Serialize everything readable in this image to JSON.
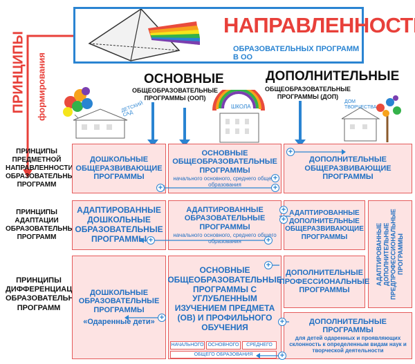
{
  "header": {
    "title": "НАПРАВЛЕННОСТЬ",
    "subtitle": "ОБРАЗОВАТЕЛЬНЫХ ПРОГРАММ В ОО"
  },
  "side": {
    "principles": "ПРИНЦИПЫ",
    "formation": "формирования"
  },
  "columns": {
    "main_title": "ОСНОВНЫЕ",
    "main_sub": "ОБЩЕОБРАЗОВАТЕЛЬНЫЕ ПРОГРАММЫ (ООП)",
    "extra_title": "ДОПОЛНИТЕЛЬНЫЕ",
    "extra_sub": "ОБЩЕОБРАЗОВАТЕЛЬНЫЕ ПРОГРАММЫ (ДОП)"
  },
  "buildings": {
    "kindergarten": "ДЕТСКИЙ САД",
    "school": "ШКОЛА",
    "creativity": "ДОМ ТВОРЧЕСТВА"
  },
  "rows": {
    "r1": "ПРИНЦИПЫ ПРЕДМЕТНОЙ НАПРАВЛЕННОСТИ ОБРАЗОВАТЕЛЬНЫХ ПРОГРАММ",
    "r2": "ПРИНЦИПЫ АДАПТАЦИИ ОБРАЗОВАТЕЛЬНЫХ ПРОГРАММ",
    "r3": "ПРИНЦИПЫ ДИФФЕРЕНЦИАЦИИ ОБРАЗОВАТЕЛЬНЫХ ПРОГРАММ"
  },
  "boxes": {
    "b11": "ДОШКОЛЬНЫЕ ОБЩЕРАЗВИВАЮЩИЕ ПРОГРАММЫ",
    "b12_main": "ОСНОВНЫЕ ОБЩЕОБРАЗОВАТЕЛЬНЫЕ ПРОГРАММЫ",
    "b12_sub": "начального основного, среднего общего образования",
    "b13": "ДОПОЛНИТЕЛЬНЫЕ ОБЩЕРАЗВИВАЮЩИЕ ПРОГРАММЫ",
    "b21": "АДАПТИРОВАННЫЕ ДОШКОЛЬНЫЕ ОБРАЗОВАТЕЛЬНЫЕ ПРОГРАММЫ",
    "b22_main": "АДАПТИРОВАННЫЕ ОБРАЗОВАТЕЛЬНЫЕ ПРОГРАММЫ",
    "b22_sub": "начального основного, среднего общего образования",
    "b23": "АДАПТИРОВАННЫЕ ДОПОЛНИТЕЛЬНЫЕ ОБЩЕРАЗВИВАЮЩИЕ ПРОГРАММЫ",
    "b24": "АДАПТИРОВАННЫЕ ДОПОЛНИТЕЛЬНЫЕ ПРЕДПРОФЕССИОНАЛЬНЫЕ ПРОГРАММЫ",
    "b31_main": "ДОШКОЛЬНЫЕ ОБРАЗОВАТЕЛЬНЫЕ ПРОГРАММЫ",
    "b31_sub": "«Одаренные дети»",
    "b32": "ОСНОВНЫЕ ОБЩЕОБРАЗОВАТЕЛЬНЫЕ ПРОГРАММЫ С УГЛУБЛЕННЫМ ИЗУЧЕНИЕМ ПРЕДМЕТА (ОВ) И ПРОФИЛЬНОГО ОБУЧЕНИЯ",
    "b33": "ДОПОЛНИТЕЛЬНЫЕ ПРОФЕССИОНАЛЬНЫЕ ПРОГРАММЫ",
    "b34_main": "ДОПОЛНИТЕЛЬНЫЕ ПРОГРАММЫ",
    "b34_sub": "для детей одаренных и проявляющих склонность к определенным видам наук и творческой деятельности"
  },
  "chips": {
    "c1": "НАЧАЛЬНОГО",
    "c2": "ОСНОВНОГО",
    "c3": "СРЕДНЕГО",
    "c4": "ОБЩЕГО ОБРАЗОВАНИЯ"
  },
  "colors": {
    "accent_red": "#e8403a",
    "accent_blue": "#2a84d2",
    "box_fill": "#fde3e3"
  }
}
